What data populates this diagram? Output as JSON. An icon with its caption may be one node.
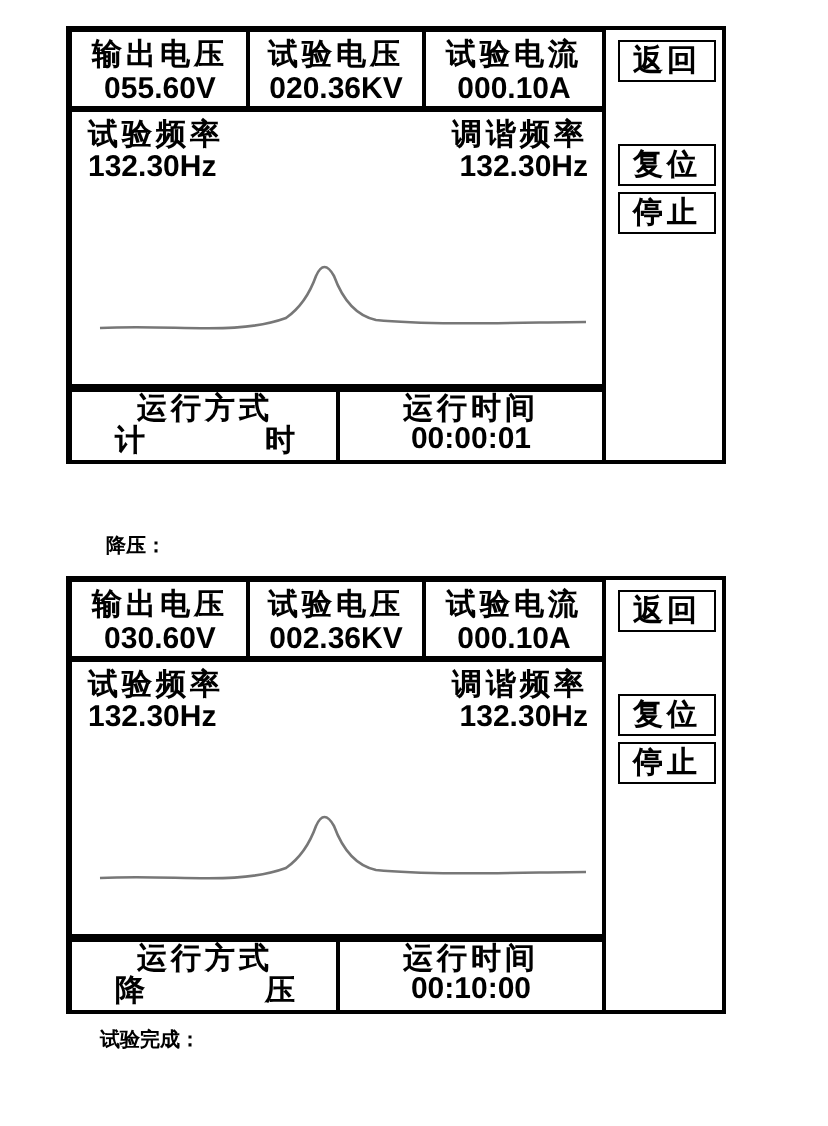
{
  "diagram": {
    "nodes": [
      {
        "text": [],
        "shape": "box"
      },
      {
        "text": [
          "输出电压",
          "055.60V"
        ],
        "in": 0
      },
      {
        "text": [
          "试验电压",
          "020.36KV"
        ],
        "in": 0
      },
      {
        "text": [
          "试验电流",
          "000.10A"
        ],
        "in": 0
      },
      {
        "text": [
          "返回"
        ],
        "in": 0
      },
      {
        "text": [
          "试验频率",
          "132.30Hz",
          "调谐频率",
          "132.30Hz"
        ],
        "in": 0
      },
      {
        "text": [
          "复位"
        ],
        "in": 0
      },
      {
        "text": [
          "停止"
        ],
        "in": 0
      },
      {
        "text": [
          "运行方式",
          "计 时"
        ],
        "in": 0
      },
      {
        "text": [
          "运行时间",
          "00:00:01"
        ],
        "in": 0
      },
      {
        "text": [],
        "shape": "box"
      },
      {
        "text": [
          "输出电压",
          "030.60V"
        ],
        "in": 10
      },
      {
        "text": [
          "试验电压",
          "002.36KV"
        ],
        "in": 10
      },
      {
        "text": [
          "试验电流",
          "000.10A"
        ],
        "in": 10
      },
      {
        "text": [
          "返回"
        ],
        "in": 10
      },
      {
        "text": [
          "试验频率",
          "132.30Hz",
          "调谐频率",
          "132.30Hz"
        ],
        "in": 10
      },
      {
        "text": [
          "复位"
        ],
        "in": 10
      },
      {
        "text": [
          "停止"
        ],
        "in": 10
      },
      {
        "text": [
          "运行方式",
          "降 压"
        ],
        "in": 10
      },
      {
        "text": [
          "运行时间",
          "00:10:00"
        ],
        "in": 10
      }
    ],
    "labels": [
      "降压：",
      "试验完成："
    ]
  }
}
